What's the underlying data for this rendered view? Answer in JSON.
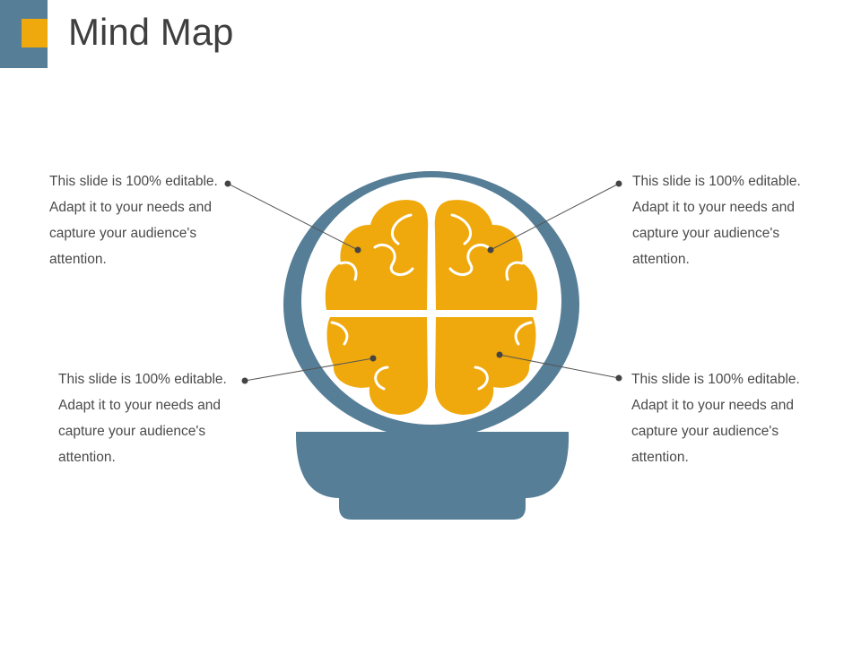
{
  "title": "Mind Map",
  "colors": {
    "head": "#567e97",
    "brain": "#efa90c",
    "text": "#4a4a4a",
    "connector": "#555555"
  },
  "callouts": [
    {
      "lines": [
        "This slide is 100% editable.",
        "Adapt it to your needs and",
        "capture your audience's",
        "attention."
      ]
    },
    {
      "lines": [
        "This slide is 100% editable.",
        "Adapt it to your needs and",
        "capture your audience's",
        "attention."
      ]
    },
    {
      "lines": [
        "This slide is 100% editable.",
        "Adapt it to your needs and",
        "capture your audience's",
        "attention."
      ]
    },
    {
      "lines": [
        "This slide is 100% editable.",
        "Adapt it to your needs and",
        "capture your audience's",
        "attention."
      ]
    }
  ]
}
